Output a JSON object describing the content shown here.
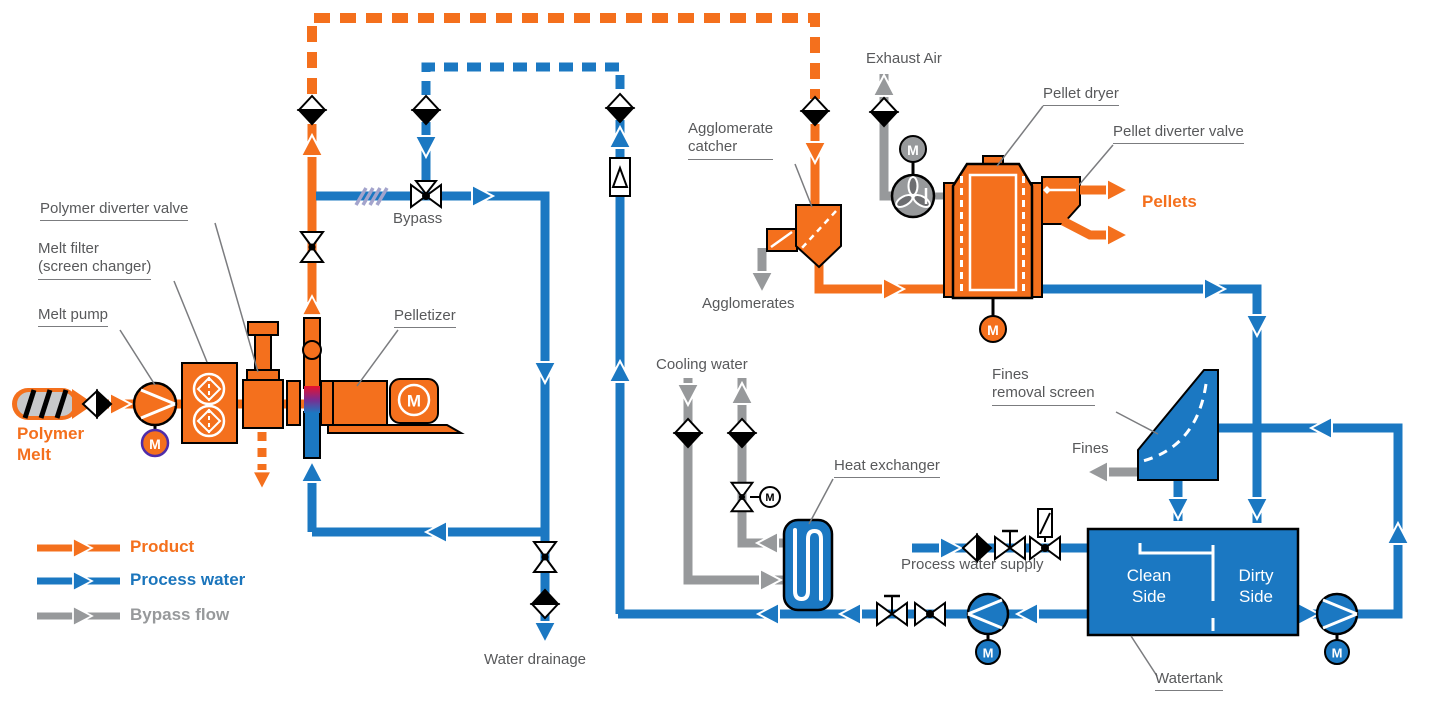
{
  "colors": {
    "product": "#F4701D",
    "process_water": "#1B78C2",
    "bypass_flow": "#97999B",
    "label_gray": "#58595B"
  },
  "glyphs": {
    "motor": "M"
  },
  "legend": {
    "product": "Product",
    "process_water": "Process water",
    "bypass_flow": "Bypass flow"
  },
  "labels": {
    "polymer_melt": "Polymer\nMelt",
    "melt_pump": "Melt pump",
    "melt_filter": "Melt filter\n(screen changer)",
    "polymer_diverter_valve": "Polymer diverter valve",
    "pelletizer": "Pelletizer",
    "bypass": "Bypass",
    "water_drainage": "Water drainage",
    "cooling_water": "Cooling water",
    "heat_exchanger": "Heat exchanger",
    "agglomerate_catcher": "Agglomerate\ncatcher",
    "agglomerates": "Agglomerates",
    "exhaust_air": "Exhaust Air",
    "pellet_dryer": "Pellet dryer",
    "pellet_diverter_valve": "Pellet diverter valve",
    "pellets": "Pellets",
    "fines_removal_screen": "Fines\nremoval screen",
    "fines": "Fines",
    "process_water_supply": "Process water supply",
    "watertank": "Watertank",
    "clean_side": "Clean\nSide",
    "dirty_side": "Dirty\nSide"
  }
}
